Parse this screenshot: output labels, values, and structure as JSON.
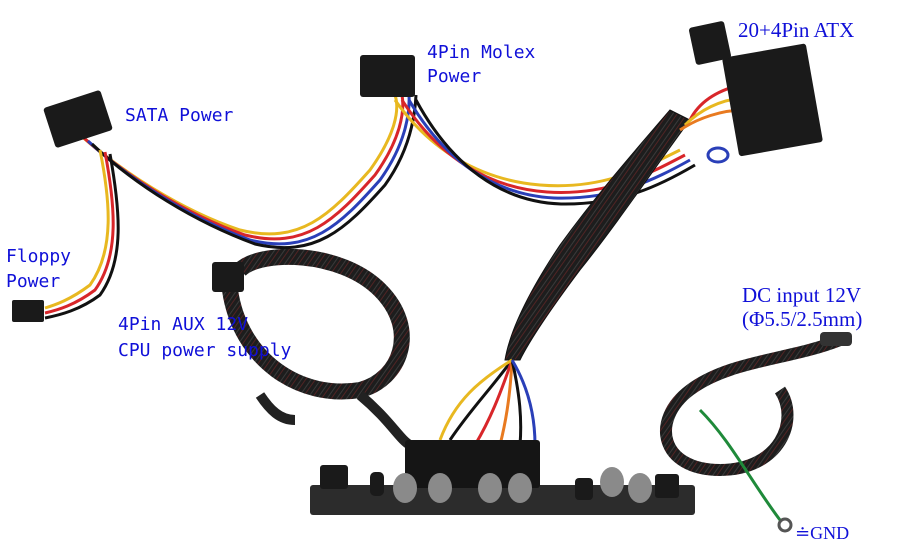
{
  "labels": {
    "atx": "20+4Pin ATX",
    "molex_line1": "4Pin Molex",
    "molex_line2": "Power",
    "sata": "SATA Power",
    "floppy_line1": "Floppy",
    "floppy_line2": "Power",
    "aux_line1": "4Pin AUX 12V",
    "aux_line2": "CPU power supply",
    "dc_line1": "DC input 12V",
    "dc_line2": "(Φ5.5/2.5mm)",
    "gnd": "≐GND"
  },
  "colors": {
    "label_text": "#1010d8",
    "connector": "#1a1a1a",
    "sleeve": "#222222",
    "pcb": "#2c2c2c",
    "wire_red": "#d8262a",
    "wire_yellow": "#e8b820",
    "wire_blue": "#2a3fb8",
    "wire_black": "#111111",
    "wire_orange": "#e87a20",
    "wire_green": "#1f8a3a"
  }
}
